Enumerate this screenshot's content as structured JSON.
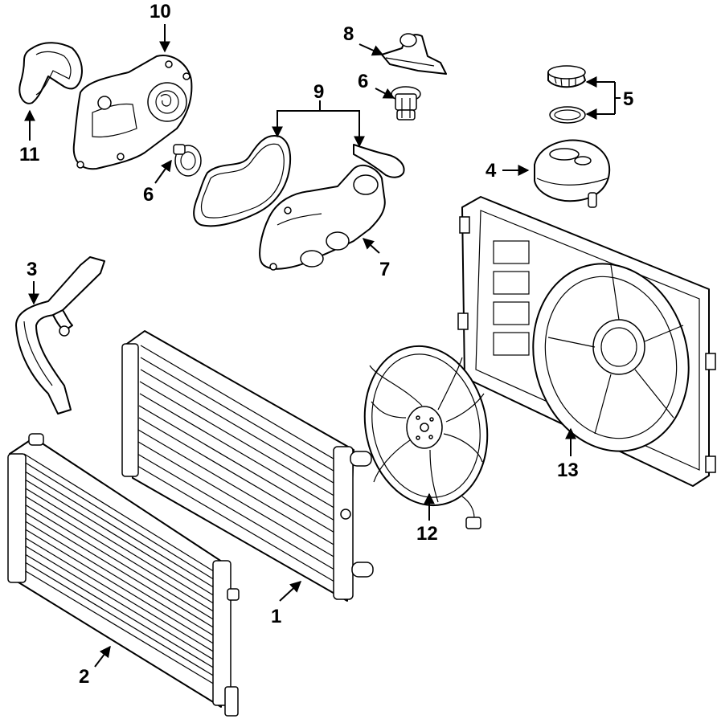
{
  "callouts": [
    {
      "id": "c1",
      "label": "1",
      "part": "radiator"
    },
    {
      "id": "c2",
      "label": "2",
      "part": "condenser"
    },
    {
      "id": "c3",
      "label": "3",
      "part": "radiator-hose"
    },
    {
      "id": "c4",
      "label": "4",
      "part": "expansion-tank"
    },
    {
      "id": "c5",
      "label": "5",
      "part": "tank-cap-and-seal"
    },
    {
      "id": "c6a",
      "label": "6",
      "part": "thermostat"
    },
    {
      "id": "c6b",
      "label": "6",
      "part": "thermostat-lower"
    },
    {
      "id": "c7",
      "label": "7",
      "part": "thermostat-housing"
    },
    {
      "id": "c8",
      "label": "8",
      "part": "sensor-bracket"
    },
    {
      "id": "c9",
      "label": "9",
      "part": "housing-gaskets"
    },
    {
      "id": "c10",
      "label": "10",
      "part": "water-pump"
    },
    {
      "id": "c11",
      "label": "11",
      "part": "water-pump-gasket"
    },
    {
      "id": "c12",
      "label": "12",
      "part": "fan-assembly"
    },
    {
      "id": "c13",
      "label": "13",
      "part": "fan-shroud"
    }
  ],
  "colors": {
    "line": "#000000",
    "background": "#ffffff"
  }
}
